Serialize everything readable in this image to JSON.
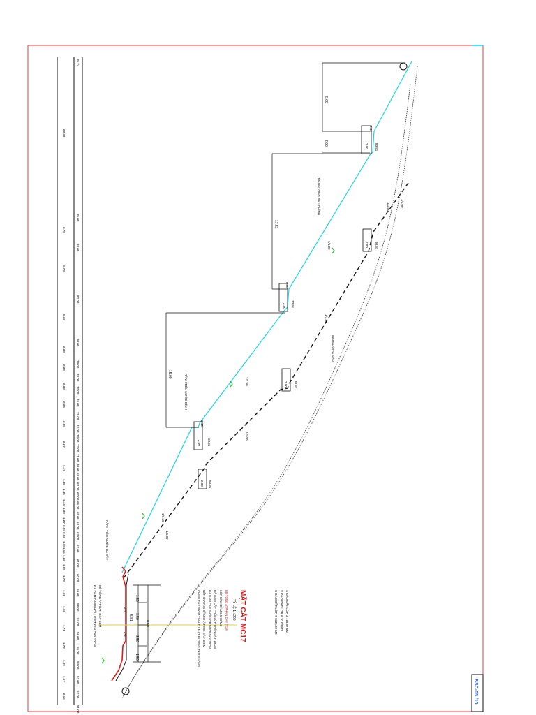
{
  "title": "MẶT CẮT MC17",
  "scale": "TỶ LỆ 1 : 200",
  "sheet_code": "BSC-05 /10",
  "elevations": [
    "51.00",
    "52.00",
    "53.00",
    "54.00",
    "55.00",
    "56.00",
    "57.00",
    "58.00",
    "59.00",
    "60.00",
    "61.00",
    "62.00",
    "63.00",
    "64.00",
    "65.00",
    "66.00",
    "67.00",
    "68.00",
    "69.00",
    "70.00",
    "71.00",
    "72.00",
    "73.00",
    "74.00",
    "75.00",
    "76.00",
    "77.00",
    "78.00",
    "79.00",
    "80.00",
    "82.00",
    "84.00",
    "85.00",
    "85.74"
  ],
  "dist_row1": [
    "2.16",
    "1.67",
    "1.89",
    "1.72",
    "1.71",
    "1.72",
    "1.71",
    "1.73",
    "1.85",
    "1.22",
    "1.15",
    "1.18",
    "0.82",
    "0.56",
    "1.27",
    "1.38",
    "1.44",
    "1.45",
    "1.45",
    "1.47",
    "2.27",
    "2.85",
    "2.34",
    "2.30",
    "2.38",
    "2.38",
    "5.32",
    "6.73",
    "3.75",
    "20.40"
  ],
  "dims": {
    "d_8_68": "8.68",
    "d_2_60": "2.60",
    "d_17_51": "17.51",
    "d_15_00": "15.00",
    "d_0_40a": "0.40",
    "d_0_40b": "0.40",
    "d_0_40c": "0.40",
    "d_2_00a": "2.00",
    "d_2_00b": "2.00",
    "d_2_00c": "2.00",
    "d_2_00d": "2.00",
    "d_2_00e": "2.00",
    "d_2_00f": "2.00",
    "road_1_50a": "1.50",
    "road_3_50a": "3.50",
    "road_3_50b": "3.50",
    "road_1_50b": "1.50",
    "road_8_60": "8.60",
    "road_5_81": "5.81",
    "road_2pct_a": "2%",
    "road_2pct_b": "2%"
  },
  "slopes": {
    "s1": "1/1.50",
    "s2": "1/1.00",
    "s3": "1/1.50",
    "s4": "1/1.00",
    "s5": "1/1.50",
    "s6": "1/1.00",
    "s7": "1/1.50",
    "s8": "1/1.00"
  },
  "berm_elev": {
    "b1": "80.91",
    "b2": "70.91",
    "b3": "60.91",
    "b4": "80.91",
    "b5": "70.91",
    "b6": "60.91"
  },
  "labels": {
    "cut_line": "MÁI ĐƯỜNG SAU CHỈNH",
    "dig_line": "MÁI ĐƯỜNG ĐÀO",
    "ditch_top": "RÃNH TIÊU NƯỚC ĐỈNH",
    "ditch_foot": "RÃNH TIÊU NƯỚC ĐÁ XÂY",
    "retain_1": "BÊ TÔNG ATPHAN DÀY 5CM",
    "retain_2": "ĐÁ DĂM CẤP PHỐI LỚP TRÊN DÀY 10CM"
  },
  "structure_notes": [
    "BÊ TÔNG ATPHAN DÀY 7CM",
    "LỚP DÍNH BÁM 0.5KG/M2",
    "ĐÁ DĂM CẤP PHỐI LỚP TRÊN DÀY 15CM",
    "ĐÁ DĂM CẤP PHỐI LỚP DƯỚI DÀY 20CM",
    "NỀN ĐƯỜNG ĐẦM CHẶT K95 DÀY 30CM",
    "CHIỀU DÀY 30CM TÍNH TỪ MẶT ĐƯỜNG TRỞ XUỐNG"
  ],
  "areas": [
    "S ĐÀO ĐẤT LỚP 3 : 18.87 M2",
    "S ĐÀO ĐẤT LỚP 6 : 0.00 M2",
    "S ĐÀO ĐẤT LỚP 7 : 235.22 M2"
  ],
  "colors": {
    "frame": "#e8383d",
    "cyan": "#18d4ec",
    "line": "#111111",
    "accent": "#2a60d0",
    "green": "#22c322",
    "red": "#e01818"
  }
}
